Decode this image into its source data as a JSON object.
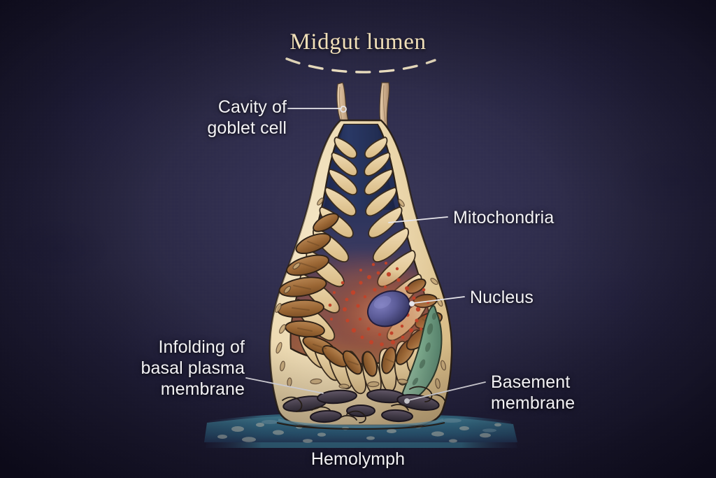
{
  "figure": {
    "title": "Midgut lumen",
    "caption": "Hemolymph",
    "background_color": "#2a2843",
    "label_color": "#f2f1f4",
    "title_color": "#f0dfb8"
  },
  "labels": [
    {
      "id": "cavity",
      "text": "Cavity of\ngoblet cell",
      "align": "right"
    },
    {
      "id": "mito",
      "text": "Mitochondria",
      "align": "left"
    },
    {
      "id": "nucleus",
      "text": "Nucleus",
      "align": "left"
    },
    {
      "id": "infolding",
      "text": "Infolding of\nbasal plasma\nmembrane",
      "align": "right"
    },
    {
      "id": "basement",
      "text": "Basement\nmembrane",
      "align": "left"
    },
    {
      "id": "hemolymph",
      "text": "Hemolymph",
      "align": "center"
    }
  ],
  "structures": {
    "goblet_cavity": "goblet-cell-cavity",
    "microvilli": "apical-microvilli",
    "cytoplasm": "cell-cytoplasm",
    "mitochondria": "mitochondria-bodies",
    "nucleus": "cell-nucleus",
    "granules": "cytoplasmic-granules",
    "basal_infoldings": "basal-plasma-membrane-infoldings",
    "basement_membrane": "basement-membrane-layer",
    "green_body": "green-inclusion-body",
    "hemolymph_band": "hemolymph-region"
  },
  "colors": {
    "cavity_blue": "#26335e",
    "cytoplasm_tan": "#e9d3a6",
    "mitochondria_brown": "#9c6a35",
    "nucleus_violet": "#5b5b93",
    "granule_red": "#c2442a",
    "green_body": "#7da98c",
    "hemolymph_teal": "#35708c",
    "ink": "#241a12"
  }
}
